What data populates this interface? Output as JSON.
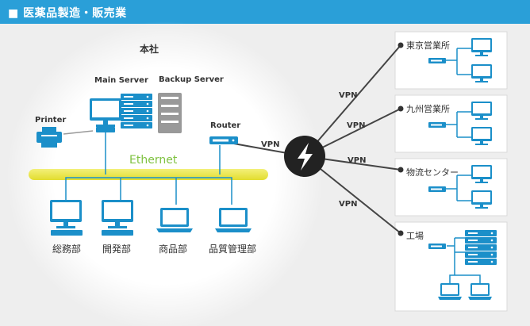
{
  "header": {
    "title": "■ 医薬品製造・販売業"
  },
  "hq": {
    "title": "本社",
    "main_server": "Main Server",
    "backup_server": "Backup Server",
    "printer": "Printer",
    "router": "Router",
    "ethernet": "Ethernet",
    "departments": [
      "総務部",
      "開発部",
      "商品部",
      "品質管理部"
    ]
  },
  "vpn_label": "VPN",
  "branches": [
    "東京営業所",
    "九州営業所",
    "物流センター",
    "工場"
  ],
  "colors": {
    "header": "#2a9fd8",
    "device": "#1b8fc9",
    "ethernet": "#e9e64a",
    "accent": "#7fc241"
  }
}
